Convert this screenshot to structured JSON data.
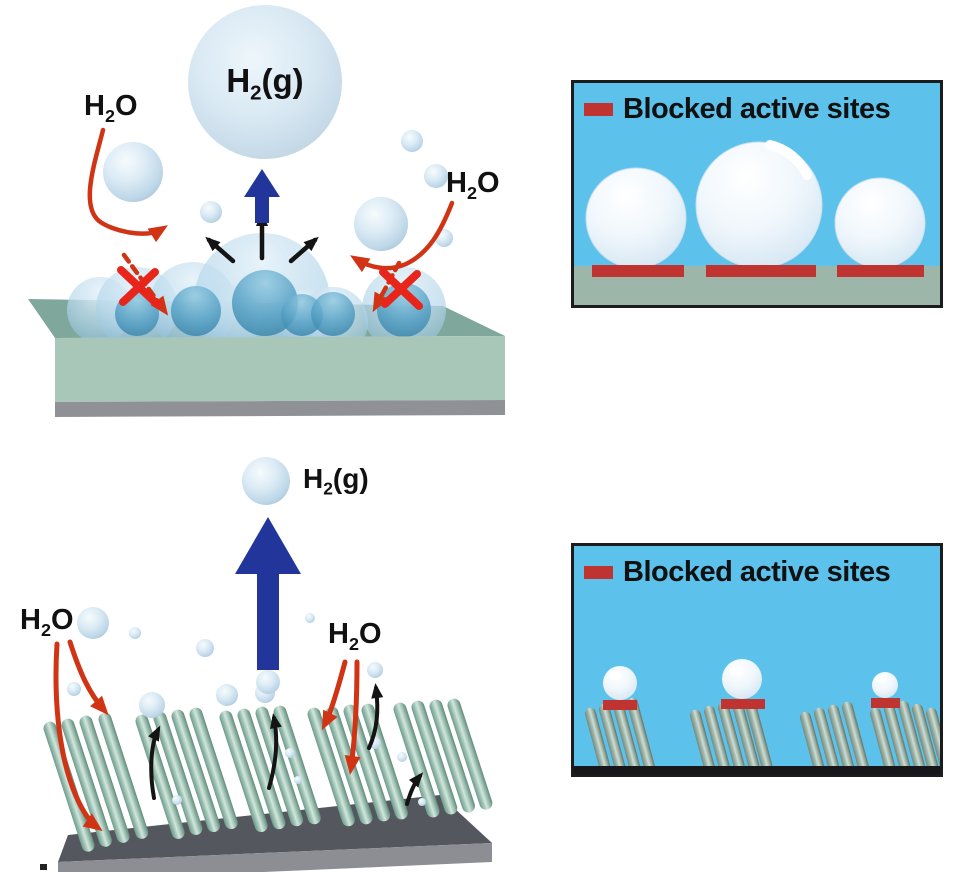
{
  "panels": {
    "flat_electrode": {
      "h2o_left": {
        "base": "H",
        "sub": "2",
        "tail": "O"
      },
      "h2o_right": {
        "base": "H",
        "sub": "2",
        "tail": "O"
      },
      "h2_gas": {
        "base": "H",
        "sub": "2",
        "tail": "(g)"
      }
    },
    "nanorod_electrode": {
      "h2o_left": {
        "base": "H",
        "sub": "2",
        "tail": "O"
      },
      "h2o_right": {
        "base": "H",
        "sub": "2",
        "tail": "O"
      },
      "h2_gas": {
        "base": "H",
        "sub": "2",
        "tail": "(g)"
      }
    },
    "inset_flat": {
      "legend": "Blocked active sites"
    },
    "inset_nanorod": {
      "legend": "Blocked active sites"
    }
  },
  "colors": {
    "background": "#ffffff",
    "text": "#111111",
    "inset_sky": "#5cc2ec",
    "inset_border": "#1c1c1c",
    "inset_ground": "#9cb6aa",
    "blocked_site_red": "#bf3430",
    "arrow_red": "#d03414",
    "cross_red": "#e8251a",
    "arrow_navy": "#21359b",
    "arrow_black": "#141414",
    "slab_top": "#7fa79b",
    "slab_front": "#a9c7b9",
    "slab_gray": "#8f9196",
    "platform_top": "#55575e",
    "platform_front": "#8c8e93",
    "rod_teal": "#9ec2b3",
    "bubble_blue": "#cfe3f1"
  }
}
